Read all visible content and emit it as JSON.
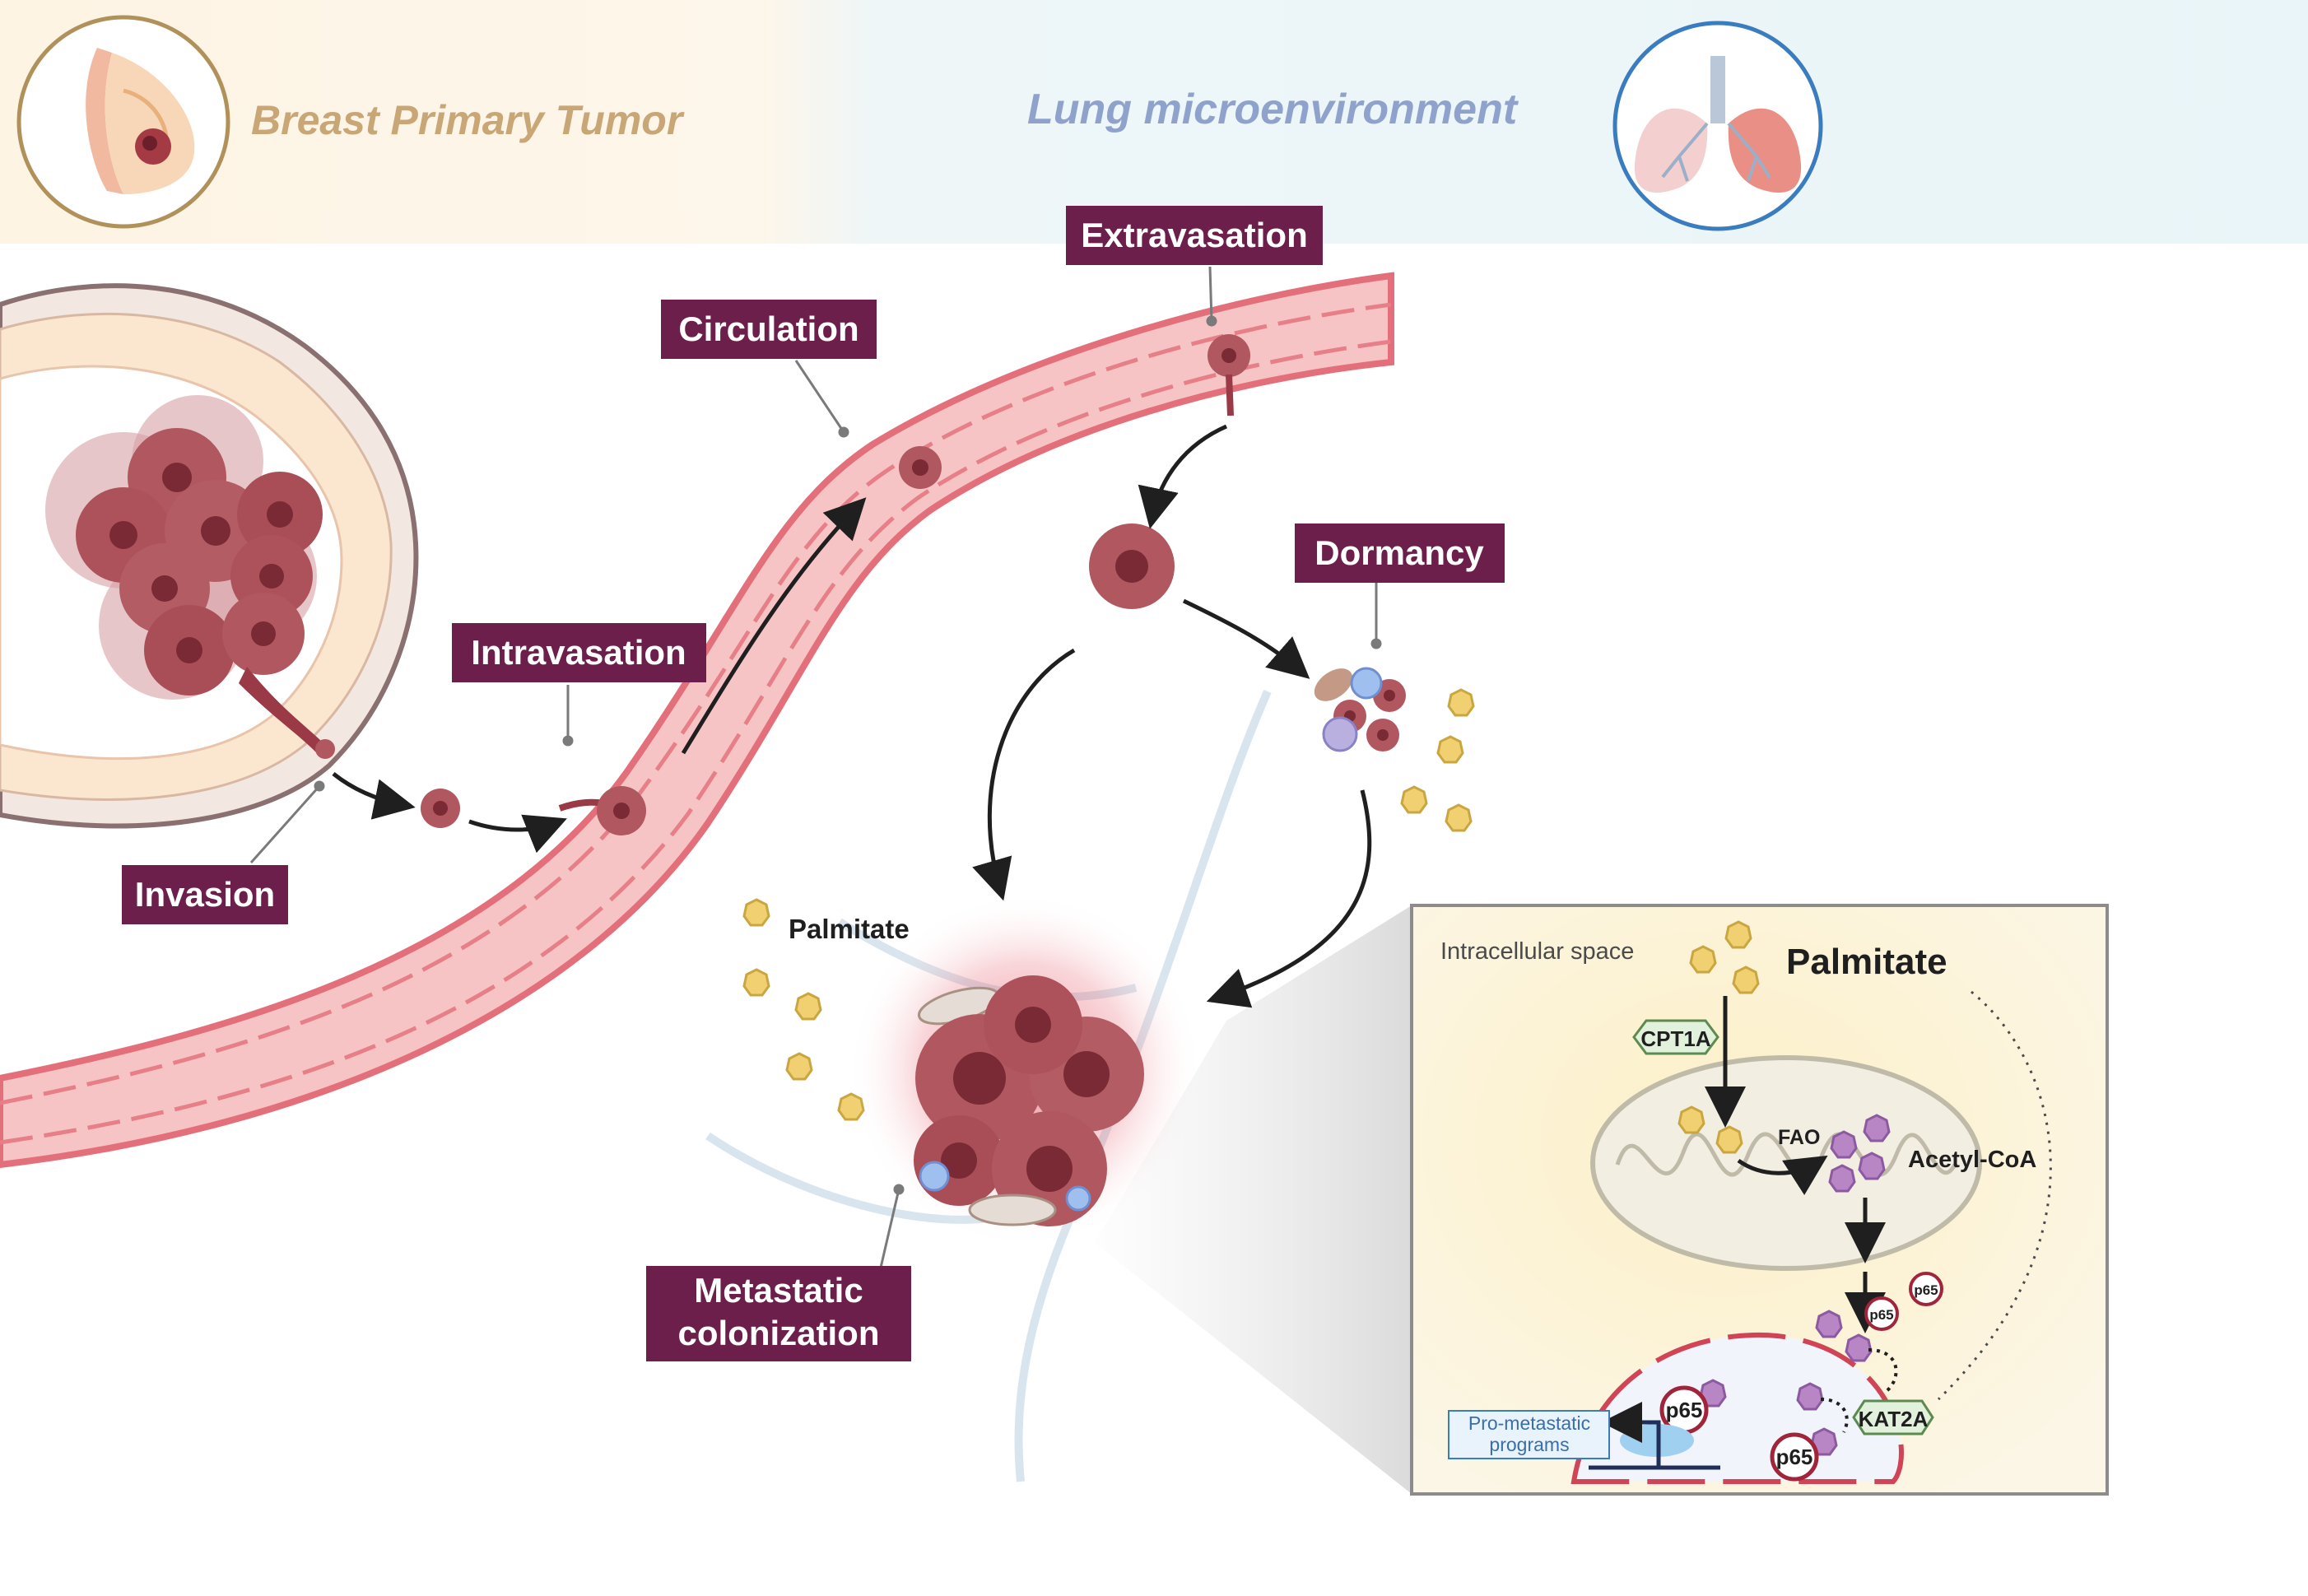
{
  "header": {
    "left_title": "Breast Primary Tumor",
    "right_title": "Lung microenvironment",
    "left_icon": "breast-tumor-icon",
    "right_icon": "lungs-icon"
  },
  "stages": {
    "circulation": "Circulation",
    "extravasation": "Extravasation",
    "intravasation": "Intravasation",
    "dormancy": "Dormancy",
    "invasion": "Invasion",
    "metastatic_line1": "Metastatic",
    "metastatic_line2": "colonization"
  },
  "microenv": {
    "palmitate": "Palmitate"
  },
  "inset": {
    "space_label": "Intracellular space",
    "palmitate_title": "Palmitate",
    "cpt1a": "CPT1A",
    "fao": "FAO",
    "acetyl_coa": "Acetyl-CoA",
    "kat2a": "KAT2A",
    "p65": "p65",
    "program_line1": "Pro-metastatic",
    "program_line2": "programs"
  },
  "colors": {
    "label_bg": "#6b1f4a",
    "vessel": "#f4a3a8",
    "vessel_edge": "#e36f7a",
    "tumor": "#a8505a",
    "palmitate": "#f0d070",
    "acetyl": "#b886c4",
    "header_left": "#fdf3df",
    "header_right": "#e8f5f8",
    "breast_ring": "#b0915a",
    "lung_ring": "#3a7cc0"
  }
}
